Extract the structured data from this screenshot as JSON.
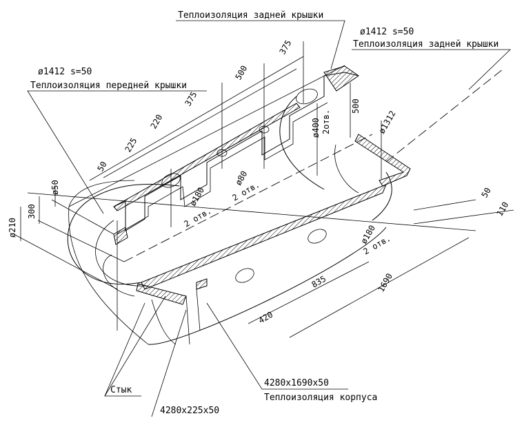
{
  "labels": {
    "back_cover_top": "Теплоизоляция задней крышки",
    "back_cover_right_dim": "ø1412  s=50",
    "back_cover_right": "Теплоизоляция задней крышки",
    "front_cover_dim": "ø1412  s=50",
    "front_cover": "Теплоизоляция передней крышки",
    "joint": "Стык",
    "shell_dim": "4280x1690x50",
    "shell": "Теплоизоляция корпуса",
    "strip_dim": "4280x225x50"
  },
  "dimensions": {
    "d375_top": "375",
    "d500_top": "500",
    "d375_mid": "375",
    "d220": "220",
    "d225": "225",
    "d50_left": "50",
    "d500_right": "500",
    "d400": "ø400",
    "d400_holes": "2отв.",
    "d1312": "ø1312",
    "d50_side": "ø50",
    "d300": "300",
    "d210": "ø210",
    "d180_a": "ø180",
    "d180_a_holes": "2 отв.",
    "d80": "ø80",
    "d80_holes": "2 отв.",
    "d180_b": "ø180",
    "d180_b_holes": "2 отв.",
    "d835": "835",
    "d420": "420",
    "d1690": "1690",
    "d50_right": "50",
    "d110": "110"
  }
}
